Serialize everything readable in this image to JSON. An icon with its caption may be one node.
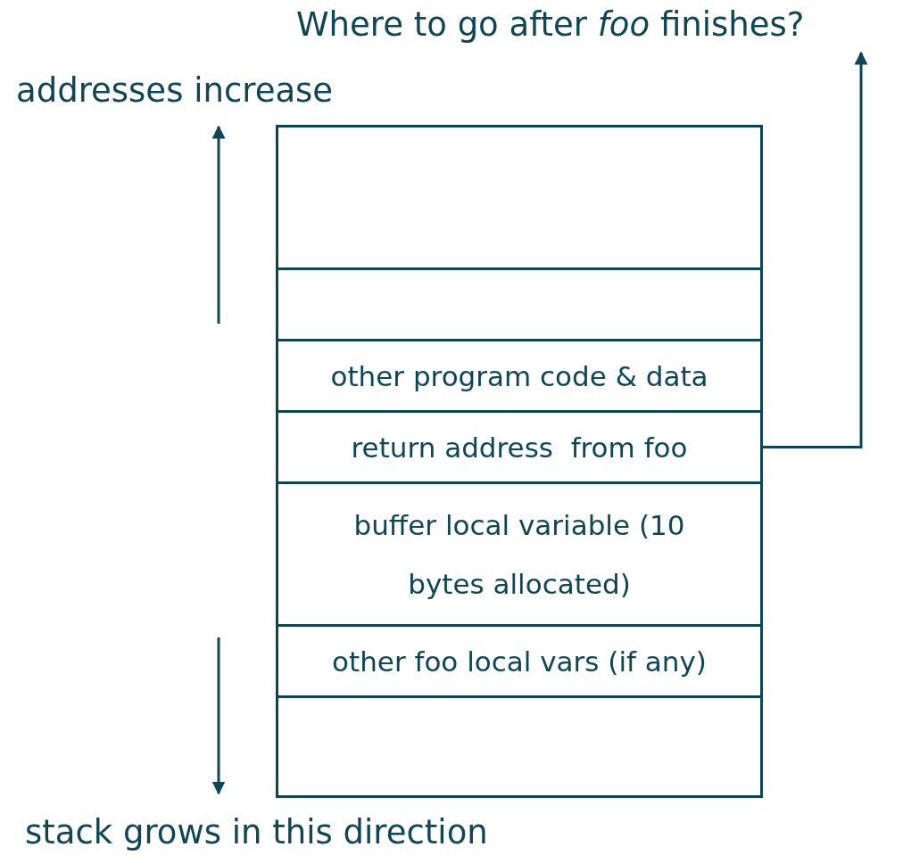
{
  "diagram": {
    "nodes": [
      {
        "text": [
          "Where to go after *foo* finishes?"
        ]
      },
      {
        "text": [],
        "shape": "box"
      },
      {
        "text": [],
        "shape": "box"
      },
      {
        "text": [
          "other program code & data"
        ]
      },
      {
        "text": [
          "return address  from foo"
        ]
      },
      {
        "text": [
          "buffer local variable (10 bytes allocated)"
        ]
      },
      {
        "text": [
          "other foo local vars (if any)"
        ]
      },
      {
        "text": [],
        "shape": "box"
      }
    ],
    "edges": [
      {
        "from": 4,
        "to": 0,
        "arrow": "to"
      }
    ],
    "labels": [
      "addresses increase",
      "stack grows in this direction"
    ]
  }
}
